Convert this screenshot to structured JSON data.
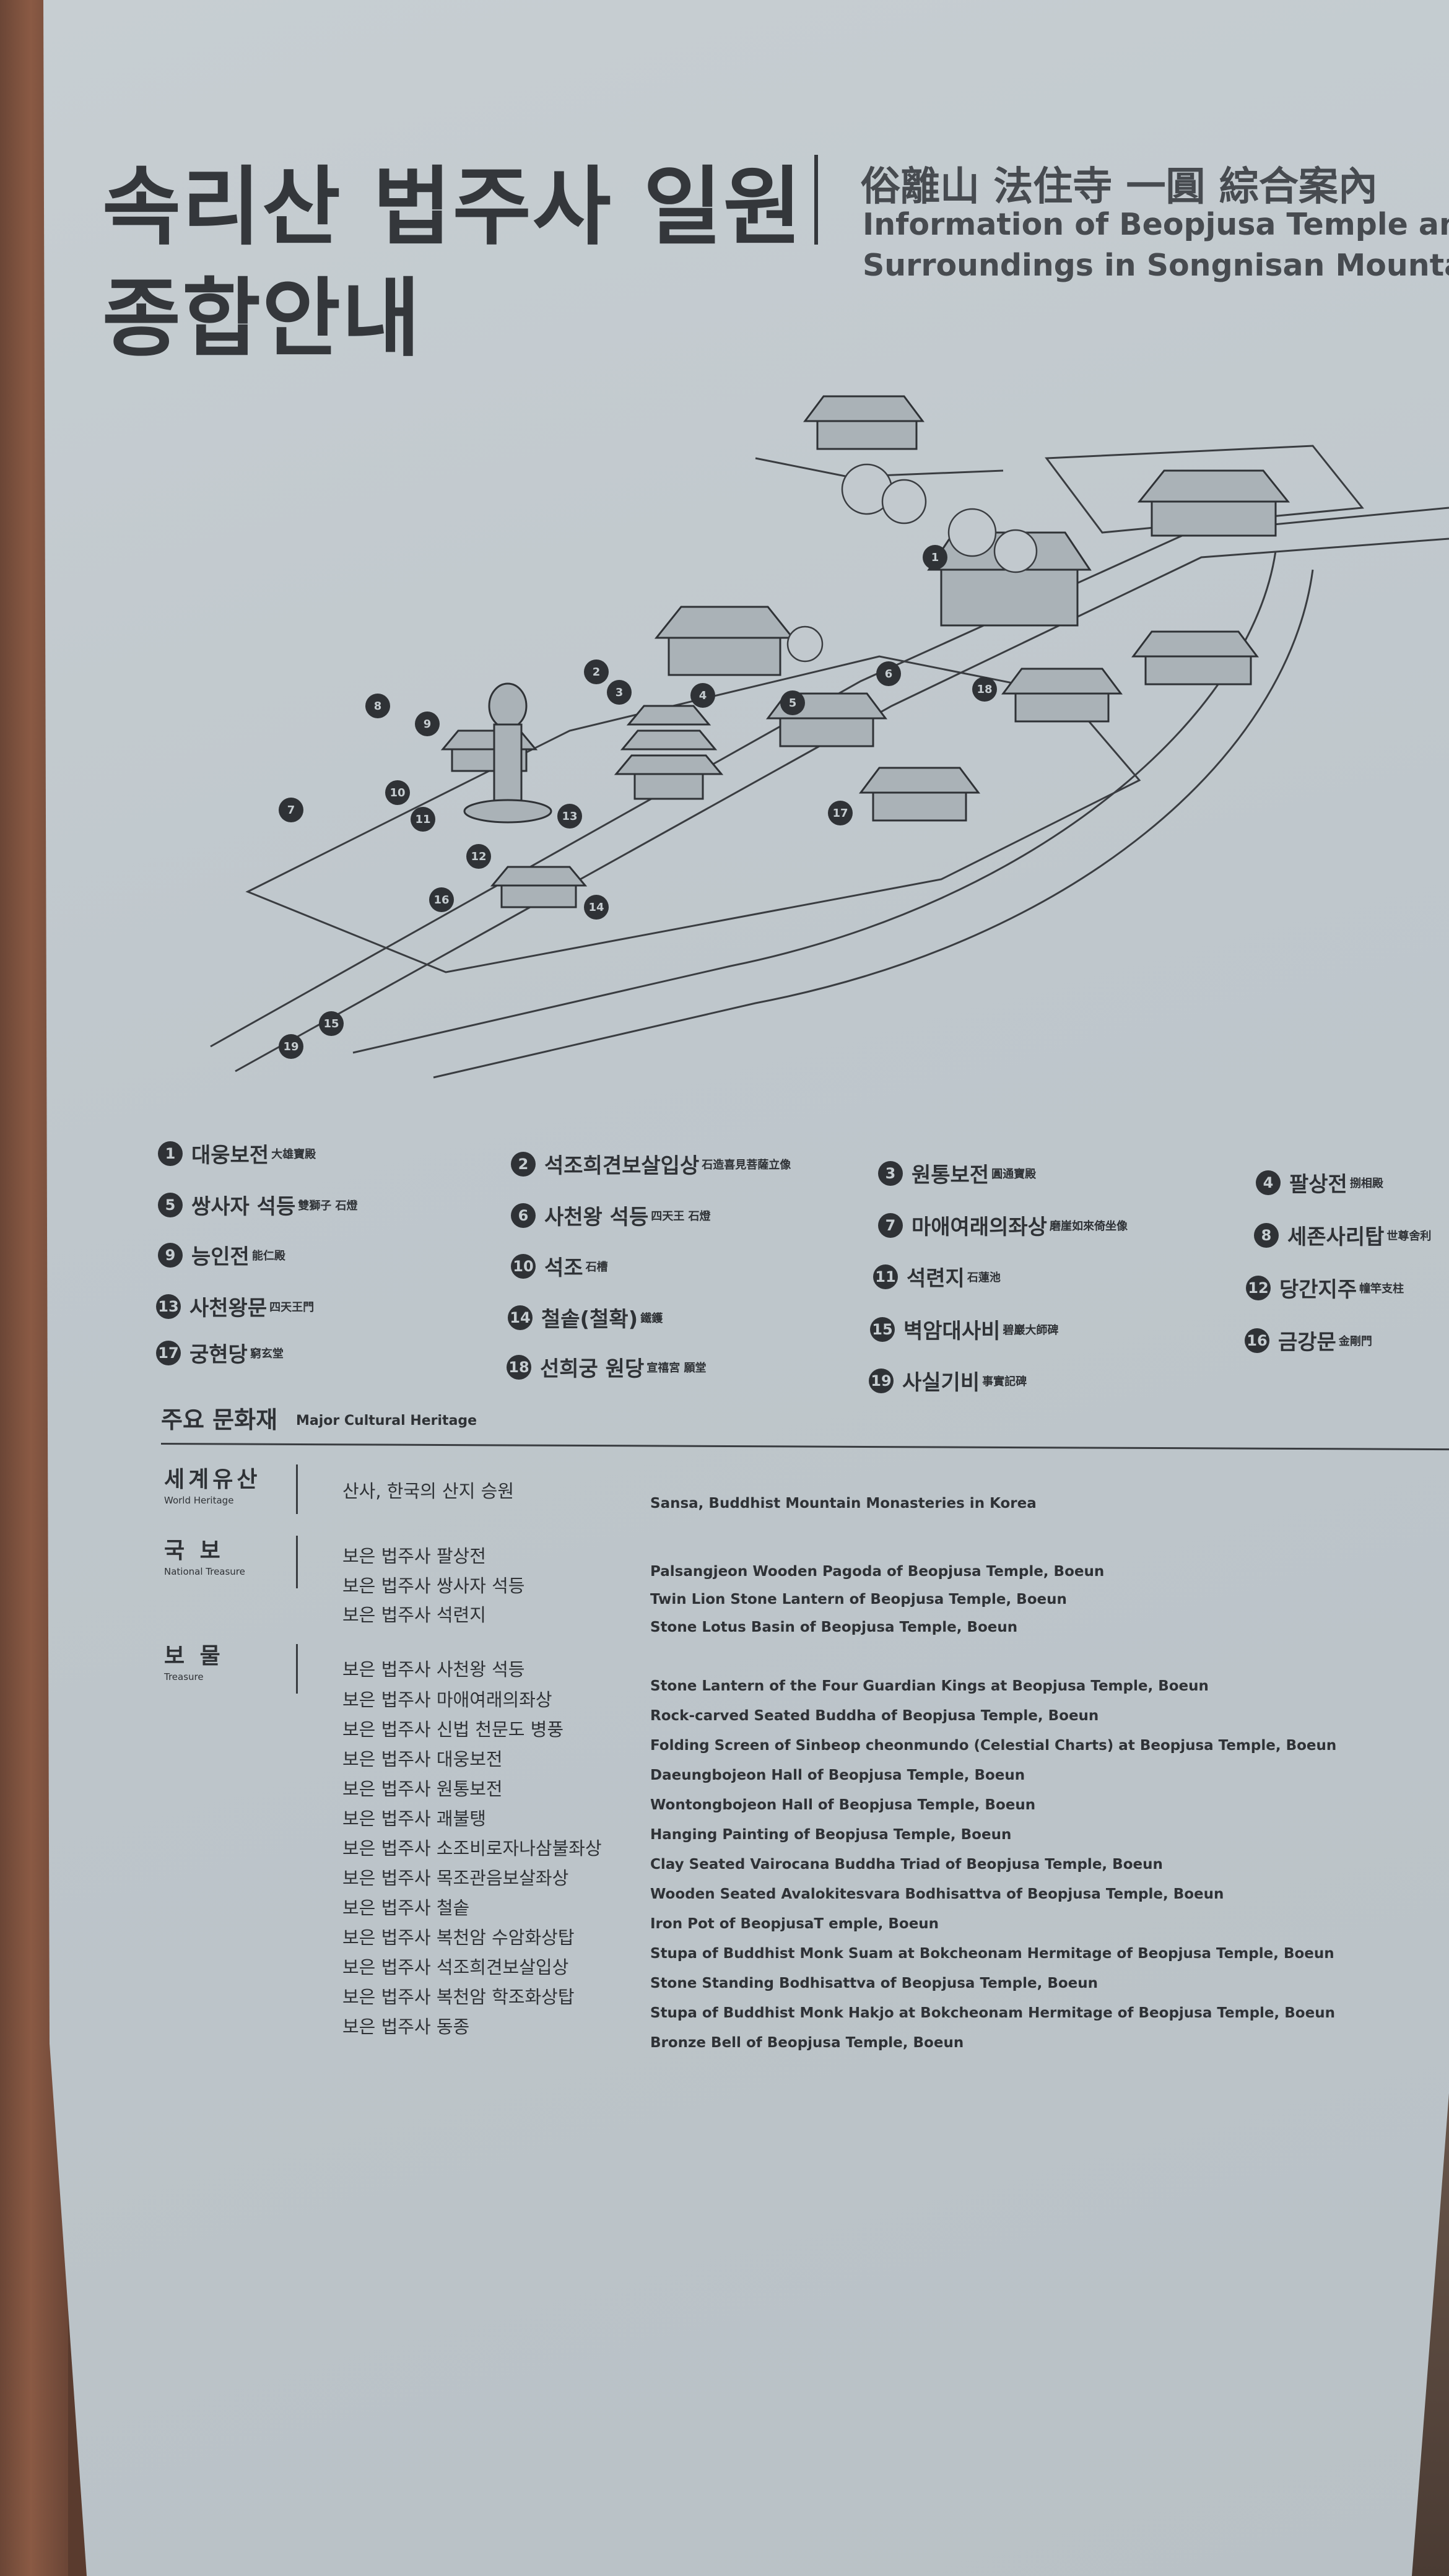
{
  "title": {
    "korean_line1": "속리산 법주사 일원",
    "korean_line2": "종합안내",
    "hanja": "俗離山 法住寺 一圓 綜合案內",
    "english_line1": "Information of Beopjusa Temple and",
    "english_line2": "Surroundings in Songnisan Mountain"
  },
  "legend": [
    {
      "num": "1",
      "ko": "대웅보전",
      "hj": "大雄寶殿"
    },
    {
      "num": "2",
      "ko": "석조희견보살입상",
      "hj": "石造喜見菩薩立像"
    },
    {
      "num": "3",
      "ko": "원통보전",
      "hj": "圓通寶殿"
    },
    {
      "num": "4",
      "ko": "팔상전",
      "hj": "捌相殿"
    },
    {
      "num": "5",
      "ko": "쌍사자 석등",
      "hj": "雙獅子 石燈"
    },
    {
      "num": "6",
      "ko": "사천왕 석등",
      "hj": "四天王 石燈"
    },
    {
      "num": "7",
      "ko": "마애여래의좌상",
      "hj": "磨崖如來倚坐像"
    },
    {
      "num": "8",
      "ko": "세존사리탑",
      "hj": "世尊舍利"
    },
    {
      "num": "9",
      "ko": "능인전",
      "hj": "能仁殿"
    },
    {
      "num": "10",
      "ko": "석조",
      "hj": "石槽"
    },
    {
      "num": "11",
      "ko": "석련지",
      "hj": "石蓮池"
    },
    {
      "num": "12",
      "ko": "당간지주",
      "hj": "幢竿支柱"
    },
    {
      "num": "13",
      "ko": "사천왕문",
      "hj": "四天王門"
    },
    {
      "num": "14",
      "ko": "철솥(철확)",
      "hj": "鐵鑊"
    },
    {
      "num": "15",
      "ko": "벽암대사비",
      "hj": "碧巖大師碑"
    },
    {
      "num": "16",
      "ko": "금강문",
      "hj": "金剛門"
    },
    {
      "num": "17",
      "ko": "궁현당",
      "hj": "窮玄堂"
    },
    {
      "num": "18",
      "ko": "선희궁 원당",
      "hj": "宣禧宮 願堂"
    },
    {
      "num": "19",
      "ko": "사실기비",
      "hj": "事實記碑"
    }
  ],
  "major_heritage": {
    "title_ko": "주요 문화재",
    "title_en": "Major Cultural Heritage",
    "world": {
      "label_ko": "세계유산",
      "label_en": "World Heritage",
      "items": [
        {
          "ko": "산사, 한국의 산지 승원",
          "en": "Sansa, Buddhist Mountain Monasteries in Korea"
        }
      ]
    },
    "national": {
      "label_ko": "국 보",
      "label_en": "National Treasure",
      "items": [
        {
          "ko": "보은 법주사 팔상전",
          "en": "Palsangjeon Wooden Pagoda of Beopjusa Temple, Boeun"
        },
        {
          "ko": "보은 법주사 쌍사자 석등",
          "en": "Twin Lion Stone Lantern of Beopjusa Temple, Boeun"
        },
        {
          "ko": "보은 법주사 석련지",
          "en": "Stone Lotus Basin of Beopjusa Temple, Boeun"
        }
      ]
    },
    "treasure": {
      "label_ko": "보 물",
      "label_en": "Treasure",
      "items": [
        {
          "ko": "보은 법주사 사천왕 석등",
          "en": "Stone Lantern of the Four Guardian Kings at Beopjusa Temple, Boeun"
        },
        {
          "ko": "보은 법주사 마애여래의좌상",
          "en": "Rock-carved Seated Buddha of Beopjusa Temple, Boeun"
        },
        {
          "ko": "보은 법주사 신법 천문도 병풍",
          "en": "Folding Screen of Sinbeop cheonmundo (Celestial Charts) at Beopjusa Temple, Boeun"
        },
        {
          "ko": "보은 법주사 대웅보전",
          "en": "Daeungbojeon Hall of Beopjusa Temple, Boeun"
        },
        {
          "ko": "보은 법주사 원통보전",
          "en": "Wontongbojeon Hall of Beopjusa Temple, Boeun"
        },
        {
          "ko": "보은 법주사 괘불탱",
          "en": "Hanging Painting of Beopjusa Temple, Boeun"
        },
        {
          "ko": "보은 법주사 소조비로자나삼불좌상",
          "en": "Clay Seated Vairocana Buddha Triad of Beopjusa Temple, Boeun"
        },
        {
          "ko": "보은 법주사 목조관음보살좌상",
          "en": "Wooden Seated Avalokitesvara Bodhisattva of Beopjusa Temple, Boeun"
        },
        {
          "ko": "보은 법주사 철솥",
          "en": "Iron Pot of BeopjusaT emple, Boeun"
        },
        {
          "ko": "보은 법주사 복천암 수암화상탑",
          "en": "Stupa of Buddhist Monk Suam at Bokcheonam Hermitage of Beopjusa Temple, Boeun"
        },
        {
          "ko": "보은 법주사 석조희견보살입상",
          "en": "Stone Standing Bodhisattva of Beopjusa Temple, Boeun"
        },
        {
          "ko": "보은 법주사 복천암 학조화상탑",
          "en": "Stupa of Buddhist Monk Hakjo at Bokcheonam Hermitage of Beopjusa Temple, Boeun"
        },
        {
          "ko": "보은 법주사 동종",
          "en": "Bronze Bell of Beopjusa Temple, Boeun"
        }
      ]
    }
  },
  "colors": {
    "board": "#c2c9ce",
    "ink": "#2f3236",
    "post": "#7a4e3b"
  }
}
